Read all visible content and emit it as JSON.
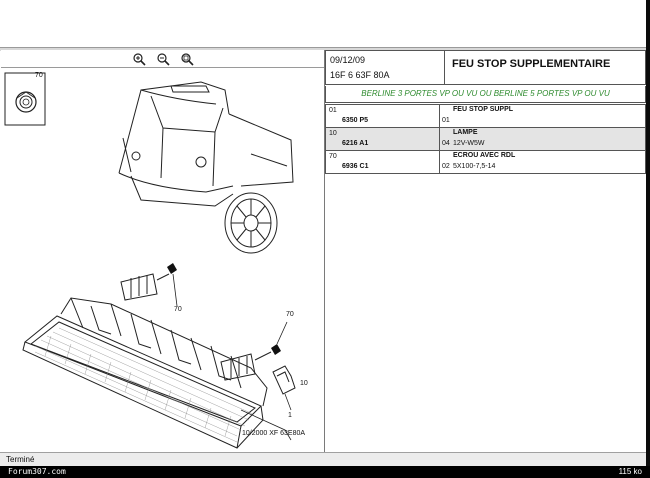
{
  "toolbar": {
    "zoom_in_icon": "zoom-in-icon",
    "zoom_out_icon": "zoom-out-icon",
    "zoom_fit_icon": "zoom-fit-icon"
  },
  "diagram": {
    "labels": {
      "inset_nut": "70",
      "upper_nut": "70",
      "lower_nut": "70",
      "lamp": "10",
      "assembly": "1",
      "caption": "10/2000   XF 63E80A"
    }
  },
  "header": {
    "date": "09/12/09",
    "reference": "16F 6 63F 80A",
    "title": "FEU STOP SUPPLEMENTAIRE"
  },
  "variant": "BERLINE 3 PORTES VP OU VU OU BERLINE 5 PORTES VP OU VU",
  "parts": [
    {
      "pos": "01",
      "code": "6350 P5",
      "qty": "01",
      "name": "FEU STOP SUPPL",
      "desc": ""
    },
    {
      "pos": "10",
      "code": "6216 A1",
      "qty": "04",
      "name": "LAMPE",
      "desc": "12V-W5W"
    },
    {
      "pos": "70",
      "code": "6936 C1",
      "qty": "02",
      "name": "ECROU AVEC RDL",
      "desc": "5X100-7,5-14"
    }
  ],
  "status": {
    "text": "Terminé"
  },
  "footer": {
    "watermark": "Forum307.com",
    "filesize": "115 ko"
  },
  "colors": {
    "variant_text": "#2e8b2e",
    "selected_row": "#e4e4e4",
    "border": "#555555"
  }
}
